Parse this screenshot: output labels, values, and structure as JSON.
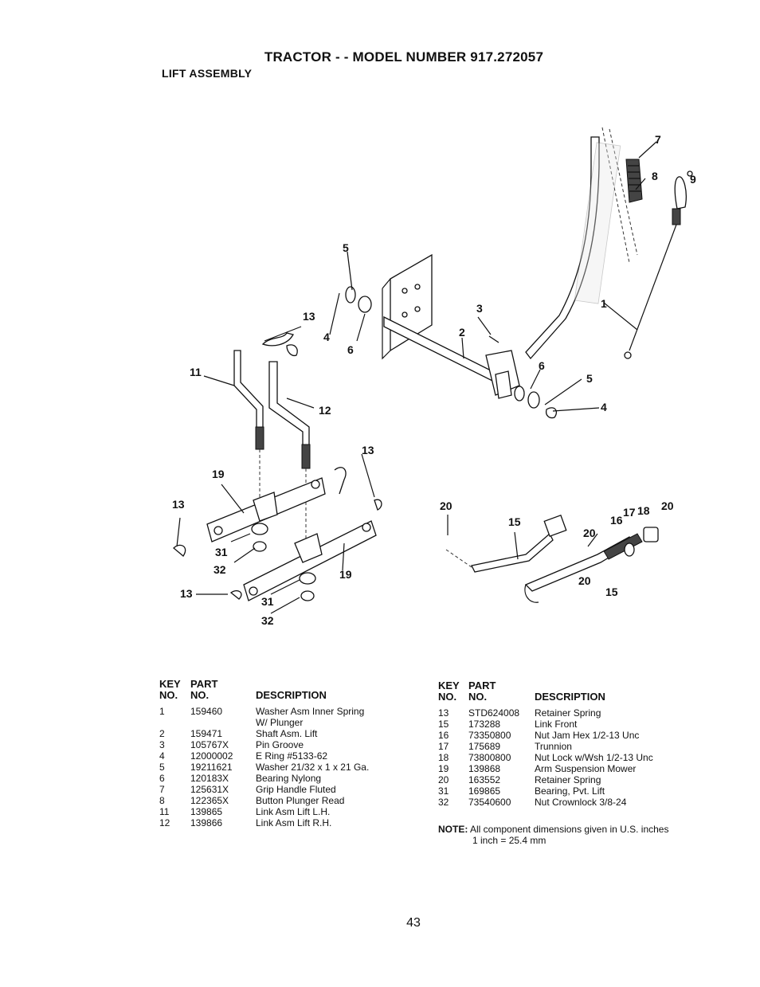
{
  "header": {
    "title": "TRACTOR - - MODEL NUMBER 917.272057",
    "section": "LIFT ASSEMBLY"
  },
  "diagram": {
    "callouts": [
      "7",
      "8",
      "9",
      "5",
      "13",
      "4",
      "6",
      "3",
      "2",
      "1",
      "6",
      "5",
      "4",
      "11",
      "12",
      "13",
      "19",
      "13",
      "31",
      "32",
      "19",
      "13",
      "31",
      "32",
      "20",
      "15",
      "20",
      "17",
      "18",
      "20",
      "16",
      "20",
      "15"
    ]
  },
  "table_headers": {
    "key_line1": "KEY",
    "key_line2": "NO.",
    "part_line1": "PART",
    "part_line2": "NO.",
    "description": "DESCRIPTION"
  },
  "parts_left": [
    {
      "key": "1",
      "part": "159460",
      "desc": "Washer Asm Inner Spring W/ Plunger"
    },
    {
      "key": "2",
      "part": "159471",
      "desc": "Shaft Asm. Lift"
    },
    {
      "key": "3",
      "part": "105767X",
      "desc": "Pin Groove"
    },
    {
      "key": "4",
      "part": "12000002",
      "desc": "E Ring #5133-62"
    },
    {
      "key": "5",
      "part": "19211621",
      "desc": "Washer 21/32 x 1 x 21 Ga."
    },
    {
      "key": "6",
      "part": "120183X",
      "desc": "Bearing Nylong"
    },
    {
      "key": "7",
      "part": "125631X",
      "desc": "Grip Handle Fluted"
    },
    {
      "key": "8",
      "part": "122365X",
      "desc": "Button Plunger Read"
    },
    {
      "key": "11",
      "part": "139865",
      "desc": "Link Asm Lift L.H."
    },
    {
      "key": "12",
      "part": "139866",
      "desc": "Link Asm Lift R.H."
    }
  ],
  "parts_right": [
    {
      "key": "13",
      "part": "STD624008",
      "desc": "Retainer Spring"
    },
    {
      "key": "15",
      "part": "173288",
      "desc": "Link Front"
    },
    {
      "key": "16",
      "part": "73350800",
      "desc": "Nut Jam Hex 1/2-13 Unc"
    },
    {
      "key": "17",
      "part": "175689",
      "desc": "Trunnion"
    },
    {
      "key": "18",
      "part": "73800800",
      "desc": "Nut Lock w/Wsh 1/2-13 Unc"
    },
    {
      "key": "19",
      "part": "139868",
      "desc": "Arm Suspension Mower"
    },
    {
      "key": "20",
      "part": "163552",
      "desc": "Retainer Spring"
    },
    {
      "key": "31",
      "part": "169865",
      "desc": "Bearing, Pvt. Lift"
    },
    {
      "key": "32",
      "part": "73540600",
      "desc": "Nut Crownlock 3/8-24"
    }
  ],
  "note": {
    "label": "NOTE:",
    "line1": "All component dimensions given in U.S. inches",
    "line2": "1 inch = 25.4 mm"
  },
  "page_number": "43"
}
